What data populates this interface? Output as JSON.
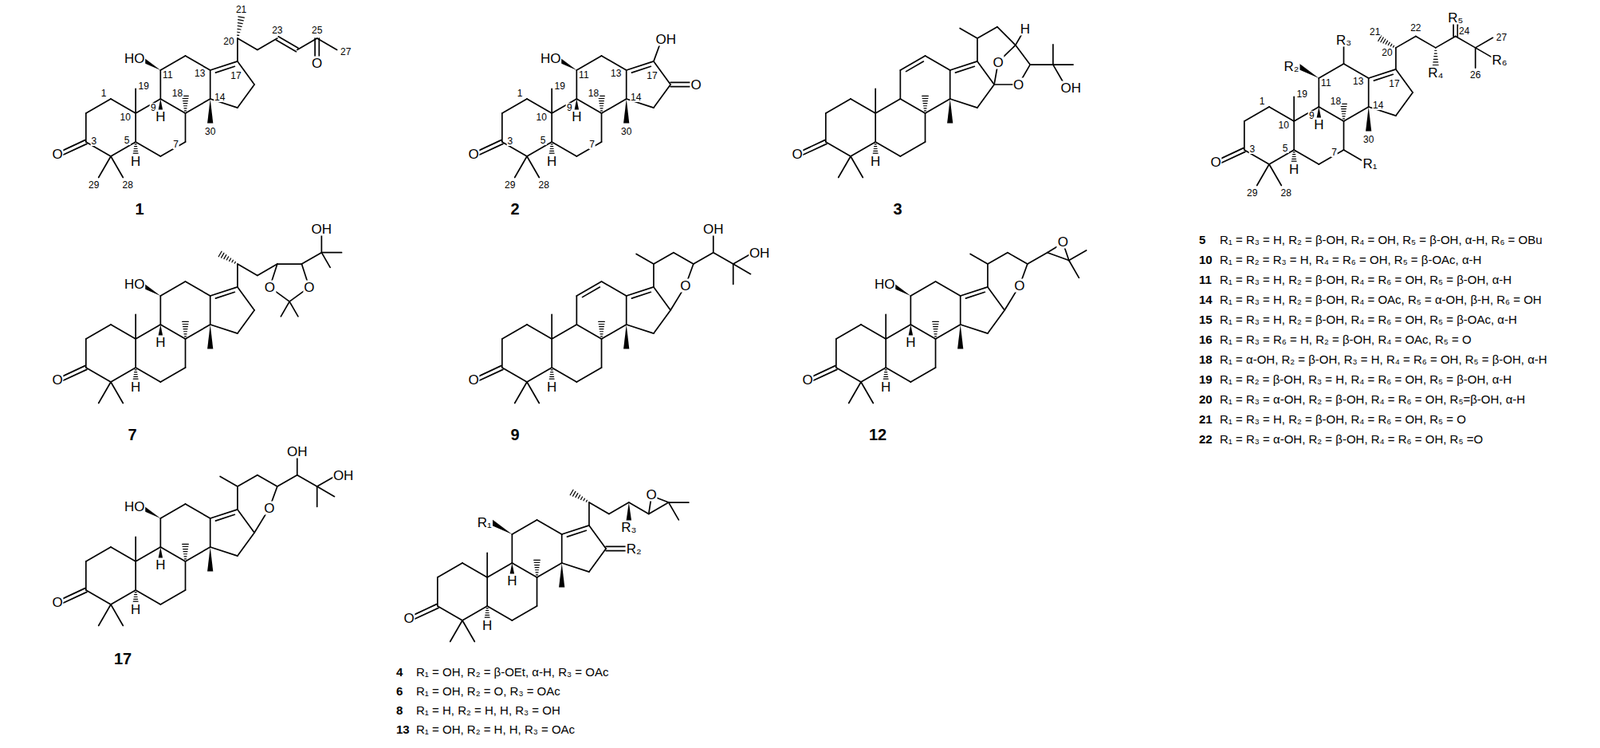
{
  "diagram": {
    "labels": [
      "21",
      "HO",
      "19",
      "11",
      "20",
      "23",
      "25",
      "27",
      "O",
      "13",
      "17",
      "18",
      "9",
      "1",
      "10",
      "14",
      "30",
      "7",
      "3",
      "5",
      "H",
      "H",
      "29",
      "28",
      "O",
      "1",
      "OH",
      "HO",
      "19",
      "11",
      "13",
      "17",
      "18",
      "9",
      "1",
      "10",
      "14",
      "30",
      "7",
      "3",
      "5",
      "O",
      "H",
      "H",
      "29",
      "28",
      "O",
      "2",
      "H",
      "O",
      "O",
      "OH",
      "H",
      "O",
      "3",
      "HO",
      "OH",
      "O",
      "O",
      "H",
      "H",
      "O",
      "7",
      "OH",
      "O",
      "OH",
      "H",
      "O",
      "9",
      "HO",
      "O",
      "O",
      "H",
      "H",
      "O",
      "12",
      "HO",
      "OH",
      "O",
      "OH",
      "H",
      "H",
      "O",
      "17",
      "R₁",
      "R₂",
      "R₃",
      "O",
      "H",
      "H",
      "O",
      "4",
      "R₁ = OH, R₂ = β-OEt, α-H, R₃ = OAc",
      "6",
      "R₁ = OH, R₂ = O, R₃ = OAc",
      "8",
      "R₁ = H, R₂ = H, H, R₃ = OH",
      "13",
      "R₁ = OH, R₂ = H, H, R₃ = OAc",
      "21",
      "R₅",
      "22",
      "20",
      "24",
      "27",
      "R₆",
      "26",
      "R₄",
      "R₃",
      "R₂",
      "11",
      "19",
      "17",
      "13",
      "10",
      "1",
      "18",
      "9",
      "14",
      "30",
      "7",
      "R₁",
      "3",
      "5",
      "H",
      "H",
      "29",
      "28",
      "O",
      "5",
      "R₁ = R₃ = H, R₂ = β-OH, R₄ = OH, R₅ = β-OH, α-H, R₆ = OBu",
      "10",
      "R₁ = R₂ = R₃ = H, R₄ = R₆ = OH, R₅ = β-OAc, α-H",
      "11",
      "R₁ = R₃ = H, R₂ = β-OH, R₄ = R₆ = OH, R₅ = β-OH, α-H",
      "14",
      "R₁ = R₃ = H, R₂ = β-OH, R₄ = OAc, R₅ = α-OH, β-H, R₆ = OH",
      "15",
      "R₁ = R₃ = H, R₂ = β-OH, R₄ = R₆ = OH, R₅ = β-OAc, α-H",
      "16",
      "R₁ = R₃ = R₆ = H, R₂ = β-OH, R₄ = OAc, R₅ = O",
      "18",
      "R₁ = α-OH, R₂ = β-OH, R₃ = H, R₄ = R₆ = OH, R₅ = β-OH, α-H",
      "19",
      "R₁ = R₂ = β-OH, R₃ = H, R₄ = R₆ = OH, R₅ = β-OH, α-H",
      "20",
      "R₁ = R₃ = α-OH, R₂ = β-OH, R₄ = R₆ = OH, R₅=β-OH, α-H",
      "21",
      "R₁ = R₃ = H, R₂ = β-OH, R₄ = R₆ = OH, R₅ = O",
      "22",
      "R₁ = R₃ = α-OH, R₂ = β-OH, R₄ = R₆ = OH, R₅ =O"
    ]
  }
}
